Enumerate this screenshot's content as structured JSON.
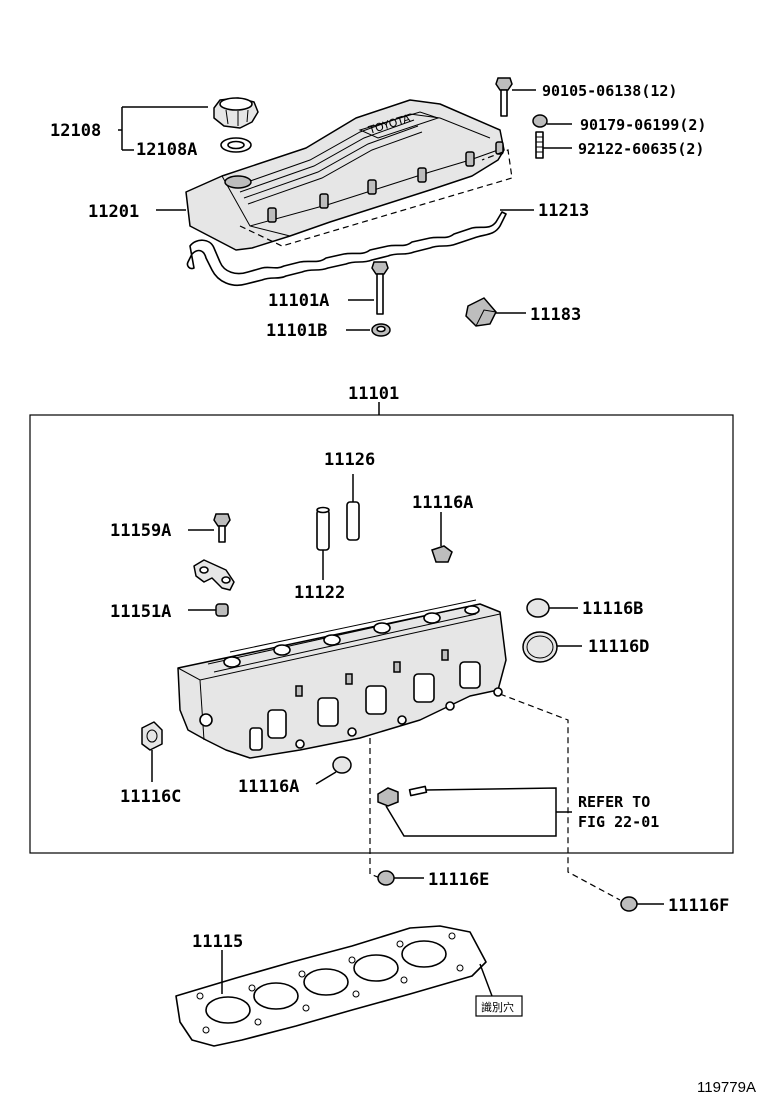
{
  "labels": {
    "p12108": "12108",
    "p12108a": "12108A",
    "p90105": "90105-06138(12)",
    "p90179": "90179-06199(2)",
    "p92122": "92122-60635(2)",
    "p11201": "11201",
    "p11213": "11213",
    "p11101a": "11101A",
    "p11101b": "11101B",
    "p11183": "11183",
    "p11101": "11101",
    "p11126": "11126",
    "p11116a_top": "11116A",
    "p11159a": "11159A",
    "p11122": "11122",
    "p11151a": "11151A",
    "p11116b": "11116B",
    "p11116d": "11116D",
    "p11116c": "11116C",
    "p11116a_bot": "11116A",
    "refer_line1": "REFER TO",
    "refer_line2": "FIG 22-01",
    "p11116e": "11116E",
    "p11116f": "11116F",
    "p11115": "11115",
    "gasket_tag": "識別穴"
  },
  "figure_id": "119779A",
  "icons": [
    "oil-filler-cap-icon",
    "valve-cover-icon",
    "bolt-icon",
    "gasket-icon",
    "cylinder-head-icon",
    "plug-icon",
    "sleeve-icon",
    "head-gasket-icon"
  ]
}
